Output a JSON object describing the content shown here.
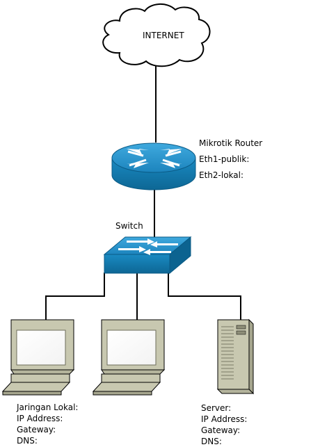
{
  "cloud": {
    "label": "INTERNET"
  },
  "router": {
    "title": "Mikrotik Router",
    "eth1": "Eth1-publik:",
    "eth2": "Eth2-lokal:"
  },
  "switch": {
    "label": "Switch"
  },
  "local_network": {
    "title": "Jaringan Lokal:",
    "ip": "IP Address:",
    "gateway": "Gateway:",
    "dns": "DNS:"
  },
  "server": {
    "title": "Server:",
    "ip": "IP Address:",
    "gateway": "Gateway:",
    "dns": "DNS:"
  },
  "colors": {
    "device_blue": "#1e8fc4",
    "device_blue_dark": "#0e6e9c",
    "pc_beige": "#c8c8b0",
    "line": "#000000"
  }
}
